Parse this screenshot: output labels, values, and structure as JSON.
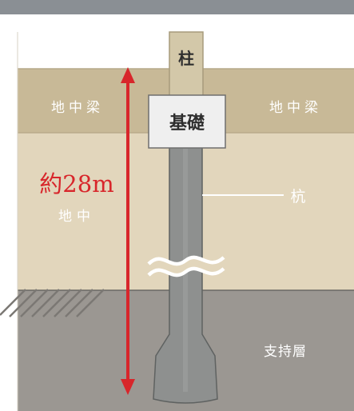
{
  "labels": {
    "column": "柱",
    "foundation": "基礎",
    "beam_left": "地中梁",
    "beam_right": "地中梁",
    "depth": "約28m",
    "underground": "地中",
    "pile": "杭",
    "bearing_layer": "支持層"
  },
  "colors": {
    "top_band": "#8a8f94",
    "sky": "#ffffff",
    "beam_zone": "#c8b997",
    "soil": "#e2d6bc",
    "bearing_layer": "#9b9792",
    "pile": "#8e908f",
    "pile_edge": "#5f6261",
    "column": "#d3c8a9",
    "foundation": "#efefef",
    "foundation_edge": "#6f6f6f",
    "arrow": "#d8262b",
    "depth_text": "#d8262b",
    "label_text": "#ffffff",
    "pile_label_text": "#ffffff"
  }
}
